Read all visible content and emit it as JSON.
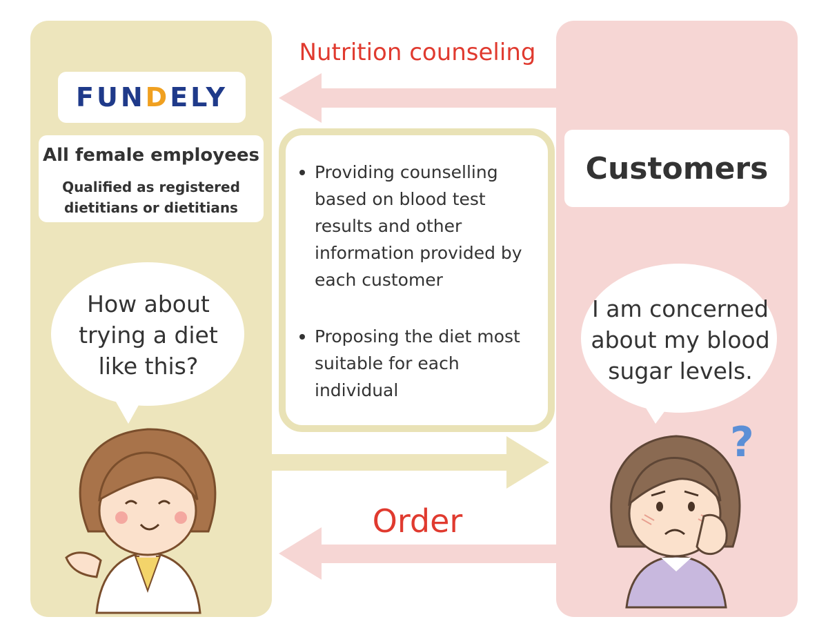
{
  "arrows": {
    "top_label": "Nutrition counseling",
    "bottom_label": "Order"
  },
  "company": {
    "logo_prefix": "FUN",
    "logo_accent": "D",
    "logo_suffix": "ELY",
    "staff_title": "All female employees",
    "staff_sub_line1": "Qualified as registered",
    "staff_sub_line2": "dietitians or dietitians"
  },
  "customers": {
    "label": "Customers"
  },
  "service": {
    "bullet1": "Providing counselling based on blood test results and other information provided by each customer",
    "bullet2": "Proposing the diet most suitable for each individual"
  },
  "speech": {
    "dietitian_line1": "How about",
    "dietitian_line2": "trying a diet",
    "dietitian_line3": "like this?",
    "customer_line1": "I am concerned",
    "customer_line2": "about my blood",
    "customer_line3": "sugar levels."
  },
  "icons": {
    "question_mark": "?"
  },
  "colors": {
    "left_panel": "#ede5bc",
    "right_panel": "#f6d6d4",
    "arrow_pink": "#f6d6d4",
    "arrow_beige": "#ede5bc",
    "label_red": "#e03a2f",
    "logo_blue": "#1f3a8a",
    "logo_orange": "#f0a020",
    "question_blue": "#5b8fd6"
  }
}
